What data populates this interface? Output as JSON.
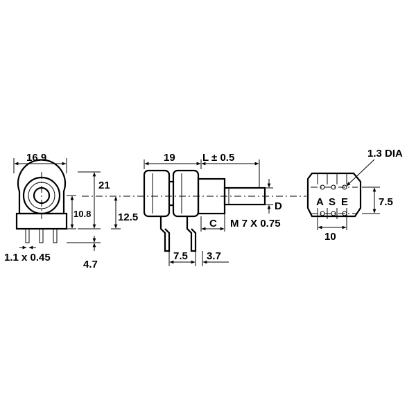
{
  "front_view": {
    "width_label": "16.9",
    "body_height_label": "10.8",
    "pin_label": "1.1 x 0.45"
  },
  "overall_dims": {
    "height_label": "21",
    "shaft_center_label": "12.5",
    "pin_length_label": "4.7"
  },
  "side_view": {
    "body_length_label": "19",
    "shaft_length_label": "L ± 0.5",
    "shaft_dia_label": "D",
    "bushing_label": "C",
    "thread_label": "M 7 X 0.75",
    "pin_spacing_label": "7.5",
    "bracket_label": "3.7"
  },
  "pcb_view": {
    "hole_label": "1.3 DIA",
    "pins": [
      "A",
      "S",
      "E"
    ],
    "row_spacing_label": "7.5",
    "width_label": "10"
  }
}
